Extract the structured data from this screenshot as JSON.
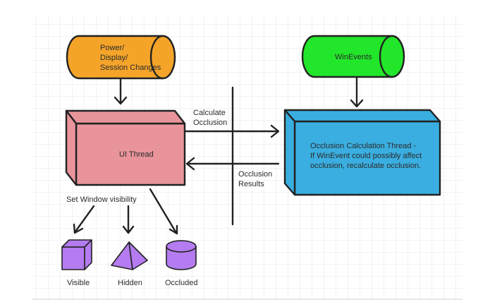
{
  "diagram": {
    "power_source": {
      "lines": [
        "Power/",
        "Display/",
        "Session Changes"
      ],
      "color": "#F5A42A"
    },
    "winevents_source": {
      "label": "WinEvents",
      "color": "#22E62A"
    },
    "ui_thread": {
      "label": "UI Thread",
      "color": "#E8949A"
    },
    "occlusion_thread": {
      "lines": [
        "Occlusion Calculation Thread -",
        "If WinEvent could possibly affect",
        "occlusion, recalculate occlusion."
      ],
      "color": "#3AAEE0"
    },
    "edges": {
      "calculate_occlusion": [
        "Calculate",
        "Occlusion"
      ],
      "occlusion_results": [
        "Occlusion",
        "Results"
      ],
      "set_window_visibility": "Set Window visibility"
    },
    "outcomes": {
      "visible": "Visible",
      "hidden": "Hidden",
      "occluded": "Occluded",
      "shape_color": "#B47CF0"
    }
  }
}
